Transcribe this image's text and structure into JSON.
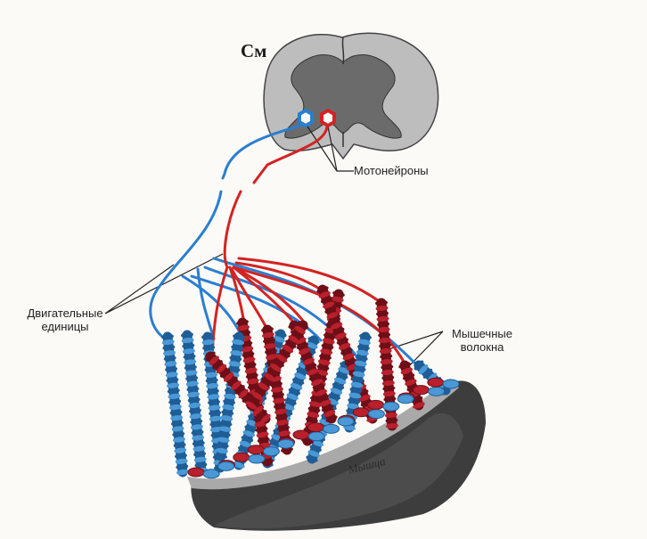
{
  "labels": {
    "spinal_cord": "См",
    "motoneurons": "Мотонейроны",
    "motor_units_line1": "Двигательные",
    "motor_units_line2": "единицы",
    "muscle_fibers_line1": "Мышечные",
    "muscle_fibers_line2": "волокна",
    "muscle": "Мышца"
  },
  "colors": {
    "blue_unit": "#2a7ed0",
    "red_unit": "#d42222",
    "blue_fiber": "#4a98d6",
    "blue_fiber_dark": "#1f5d96",
    "red_fiber": "#b8202c",
    "red_fiber_dark": "#6e0f18",
    "gray_matter": "#5a5a5a",
    "white_matter": "#b9b9b9",
    "muscle_body": "#3a3a3a"
  }
}
